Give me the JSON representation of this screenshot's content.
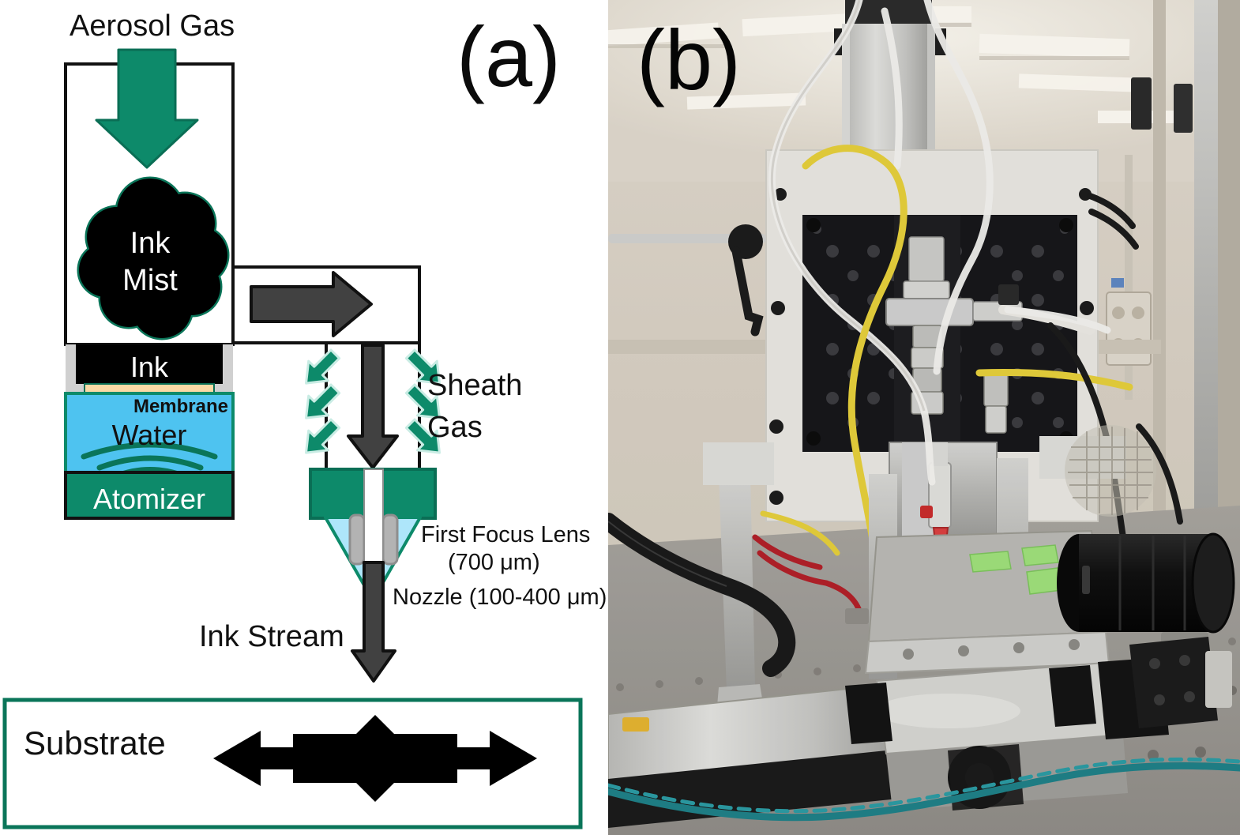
{
  "figure": {
    "panels": [
      {
        "id": "a",
        "label": "(a)",
        "kind": "schematic"
      },
      {
        "id": "b",
        "label": "(b)",
        "kind": "photograph"
      }
    ]
  },
  "schematic": {
    "labels": {
      "aerosol_gas": "Aerosol Gas",
      "ink_mist_line1": "Ink",
      "ink_mist_line2": "Mist",
      "ink": "Ink",
      "membrane": "Membrane",
      "water": "Water",
      "atomizer": "Atomizer",
      "sheath_gas_line1": "Sheath",
      "sheath_gas_line2": "Gas",
      "first_focus_lens_line1": "First Focus Lens",
      "first_focus_lens_line2": "(700 μm)",
      "nozzle": "Nozzle (100-400 μm)",
      "ink_stream": "Ink Stream",
      "substrate": "Substrate"
    },
    "dimensions": {
      "first_focus_lens_diameter": "700 μm",
      "nozzle_diameter_range": "100-400 μm"
    },
    "colors": {
      "teal": "#0d8a6a",
      "teal_dark": "#0a6e55",
      "water_blue": "#4ec3f0",
      "cone_blue": "#aee6fa",
      "membrane_tan": "#fad9a5",
      "ink_black": "#000000",
      "gray_arrow": "#414141",
      "light_gray": "#d0d0d0",
      "outline": "#111111",
      "white": "#ffffff"
    },
    "flow_arrows": [
      {
        "name": "aerosol-gas-inlet",
        "direction": "down",
        "color": "#0d8a6a"
      },
      {
        "name": "mist-transport",
        "direction": "right",
        "color": "#414141"
      },
      {
        "name": "sheath-gas-converging",
        "direction": "diagonal-inward",
        "color": "#0d8a6a",
        "count": 6
      },
      {
        "name": "aerosol-stream",
        "direction": "down",
        "color": "#414141"
      },
      {
        "name": "ink-stream",
        "direction": "down",
        "color": "#414141"
      },
      {
        "name": "substrate-motion-horizontal",
        "direction": "left-right",
        "color": "#000000"
      },
      {
        "name": "substrate-motion-vertical",
        "direction": "up-down",
        "color": "#000000"
      }
    ]
  },
  "photograph": {
    "description": "Aerosol jet printing system on an optical breadboard inside a laboratory enclosure",
    "scene_colors": {
      "wall": "#d8d0c4",
      "ceiling_light": "#f3efe6",
      "breadboard": "#9c9a95",
      "optics_plate": "#1b1b1b",
      "aluminum": "#c5c5c2",
      "yellow_cable": "#e2cb3a",
      "red_cable": "#b3212a",
      "green_tape": "#9ede7a",
      "teal_rope": "#1f7f86",
      "nozzle_red": "#c62b2b",
      "lens_black": "#141414"
    }
  }
}
